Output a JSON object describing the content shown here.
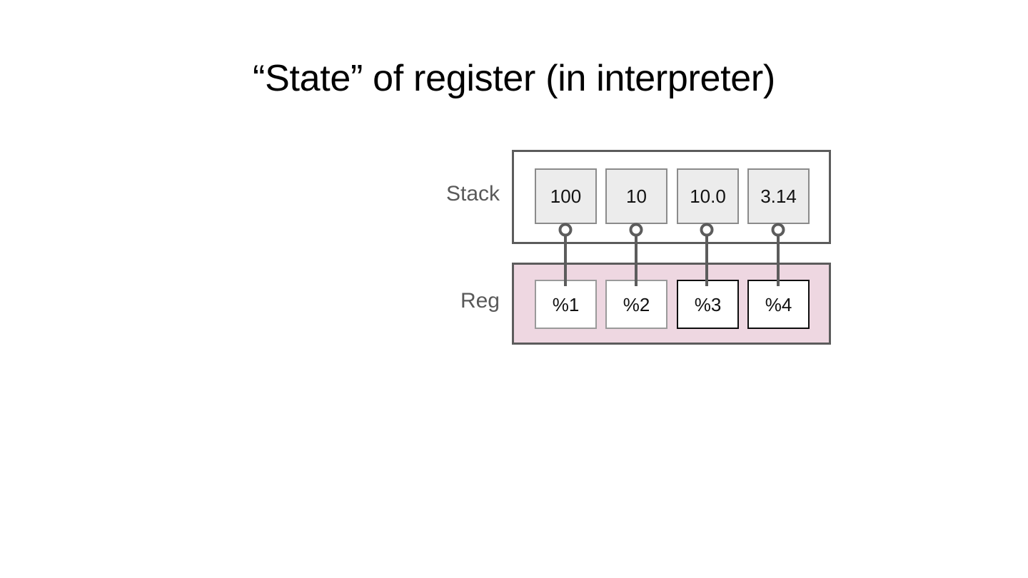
{
  "slide": {
    "title": "“State” of register (in interpreter)"
  },
  "diagram": {
    "rows": [
      {
        "id": "stack",
        "label": "Stack",
        "container_fill": "#ffffff",
        "container_border": "#5c5c5c",
        "cells": [
          {
            "value": "100",
            "fill": "#ececec",
            "border": "#8b8b8b"
          },
          {
            "value": "10",
            "fill": "#ececec",
            "border": "#8b8b8b"
          },
          {
            "value": "10.0",
            "fill": "#ececec",
            "border": "#8b8b8b"
          },
          {
            "value": "3.14",
            "fill": "#ececec",
            "border": "#8b8b8b"
          }
        ]
      },
      {
        "id": "reg",
        "label": "Reg",
        "container_fill": "#eed7e1",
        "container_border": "#5c5c5c",
        "cells": [
          {
            "value": "%1",
            "fill": "#ffffff",
            "border": "#9a9a9a"
          },
          {
            "value": "%2",
            "fill": "#ffffff",
            "border": "#9a9a9a"
          },
          {
            "value": "%3",
            "fill": "#ffffff",
            "border": "#0d0d0d"
          },
          {
            "value": "%4",
            "fill": "#ffffff",
            "border": "#0d0d0d"
          }
        ]
      }
    ],
    "connectors": [
      {
        "from": "stack-cell-100",
        "to": "reg-cell-1",
        "marker": "open-circle"
      },
      {
        "from": "stack-cell-10",
        "to": "reg-cell-2",
        "marker": "open-circle"
      },
      {
        "from": "stack-cell-10.0",
        "to": "reg-cell-3",
        "marker": "open-circle"
      },
      {
        "from": "stack-cell-3.14",
        "to": "reg-cell-4",
        "marker": "open-circle"
      }
    ],
    "colors": {
      "connector": "#5c5c5c",
      "label_text": "#595959",
      "title_text": "#000000",
      "reg_band": "#eed7e1",
      "stack_cell": "#ececec"
    }
  }
}
